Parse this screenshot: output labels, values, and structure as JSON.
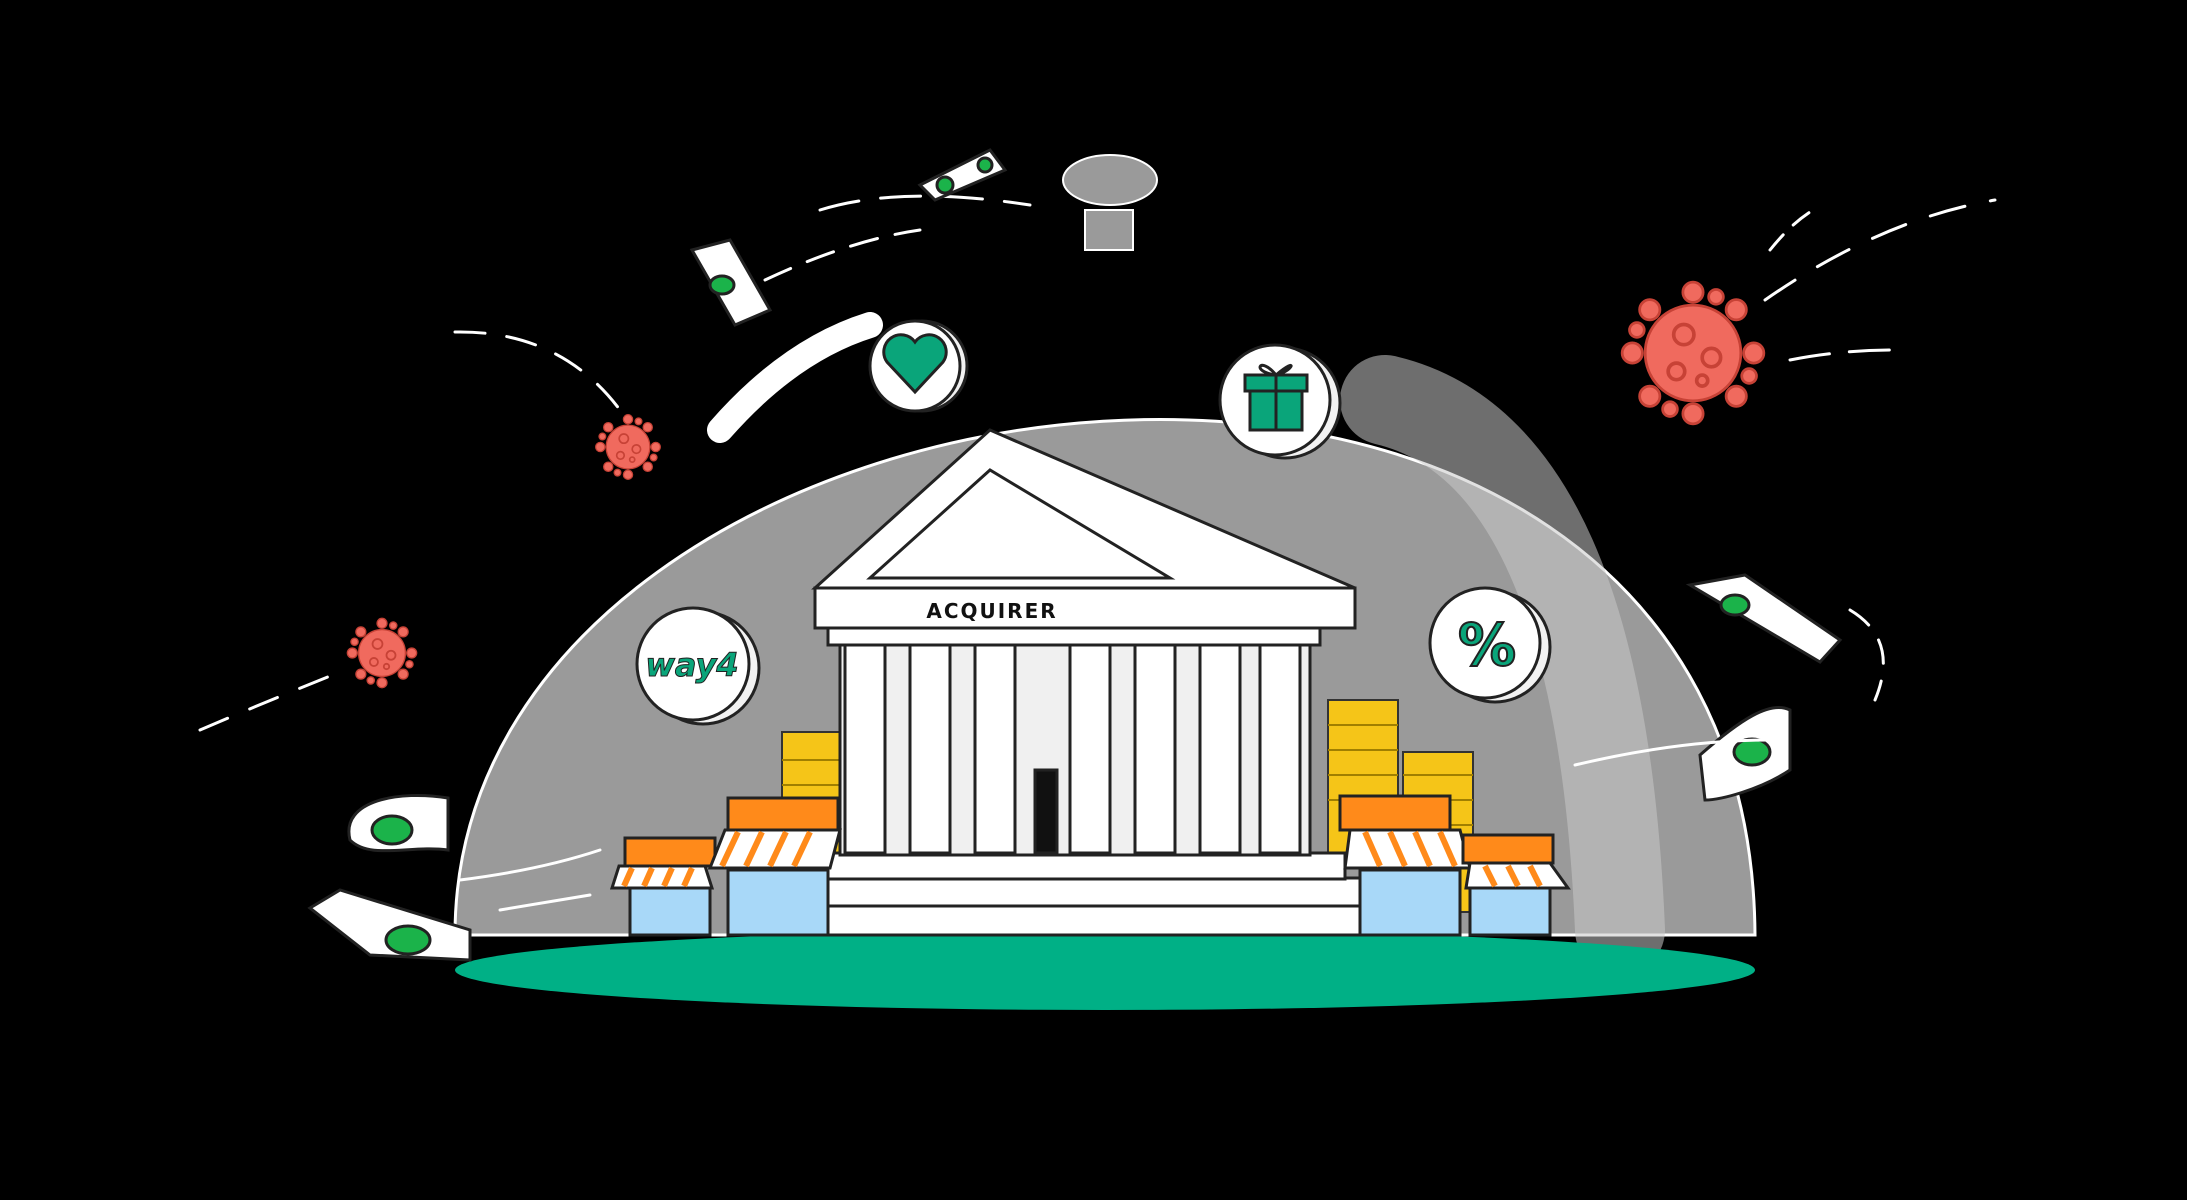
{
  "building": {
    "label": "ACQUIRER"
  },
  "badges": {
    "logo_text": "way4",
    "percent_text": "%"
  },
  "icons": [
    "heart-icon",
    "gift-icon",
    "percent-icon",
    "way4-logo",
    "virus-icon",
    "banknote-icon",
    "coin-stack-icon",
    "shop-icon"
  ],
  "colors": {
    "background": "#000000",
    "dome": "#9a9a9a",
    "ground": "#00b086",
    "virus": "#f06a5e",
    "coin": "#f5c518",
    "awning": "#ff8a1a",
    "money_spot": "#1bb34a",
    "accent_teal": "#0aa57a"
  }
}
